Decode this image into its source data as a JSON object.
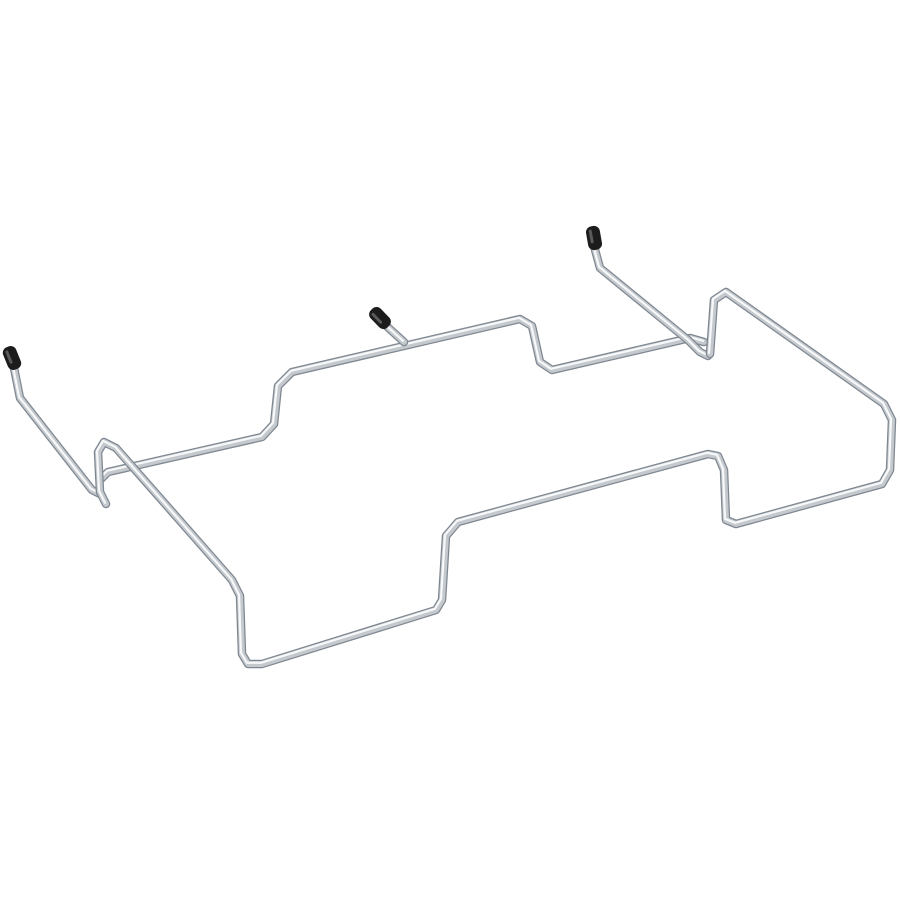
{
  "image": {
    "background_color": "#ffffff",
    "subject": "chrome-wire-rack",
    "colors": {
      "wire_shadow": "#7f8790",
      "wire_body": "#c4c9ce",
      "wire_highlight": "#f7f8f9",
      "rubber_cap": "#1c1c1c",
      "rubber_cap_highlight": "#5a5a5a"
    },
    "hooks": [
      {
        "name": "left-hook"
      },
      {
        "name": "middle-hook"
      },
      {
        "name": "right-hook"
      }
    ]
  }
}
